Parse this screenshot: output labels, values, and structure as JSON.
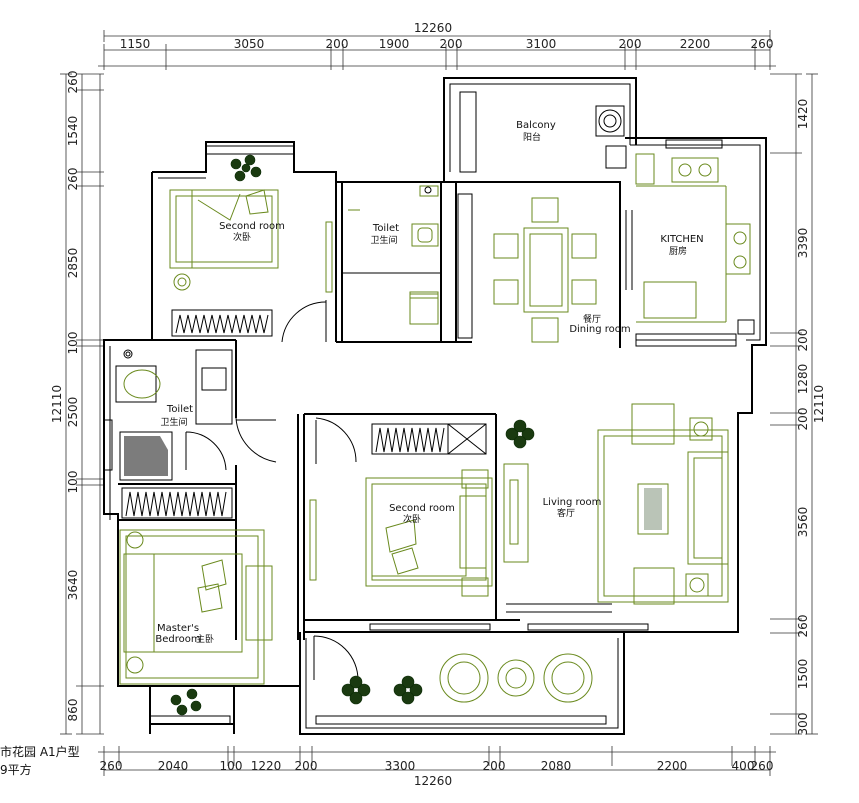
{
  "caption": {
    "line1": "市花园 A1户型",
    "line2": "9平方"
  },
  "dimensions": {
    "top_total": "12260",
    "top": [
      "1150",
      "3050",
      "200",
      "1900",
      "200",
      "3100",
      "200",
      "2200",
      "260"
    ],
    "bottom_total": "12260",
    "bottom": [
      "260",
      "2040",
      "100",
      "1220",
      "200",
      "3300",
      "200",
      "2080",
      "2200",
      "400",
      "260"
    ],
    "left_total": "12110",
    "left": [
      "260",
      "1540",
      "260",
      "2850",
      "100",
      "2500",
      "100",
      "3640",
      "860"
    ],
    "right_total": "12110",
    "right": [
      "1420",
      "3390",
      "200",
      "1280",
      "200",
      "3560",
      "260",
      "1500",
      "300"
    ]
  },
  "rooms": {
    "balcony_en": "Balcony",
    "balcony_cn": "阳台",
    "second_room_top_en": "Second room",
    "second_room_top_cn": "次卧",
    "toilet_top_en": "Toilet",
    "toilet_top_cn": "卫生间",
    "kitchen_en": "KITCHEN",
    "kitchen_cn": "厨房",
    "dining_cn": "餐厅",
    "dining_en": "Dining room",
    "toilet_mid_en": "Toilet",
    "toilet_mid_cn": "卫生间",
    "second_room_mid_en": "Second room",
    "second_room_mid_cn": "次卧",
    "living_en": "Living room",
    "living_cn": "客厅",
    "master_en1": "Master's",
    "master_en2": "Bedroom",
    "master_cn": "主卧"
  }
}
